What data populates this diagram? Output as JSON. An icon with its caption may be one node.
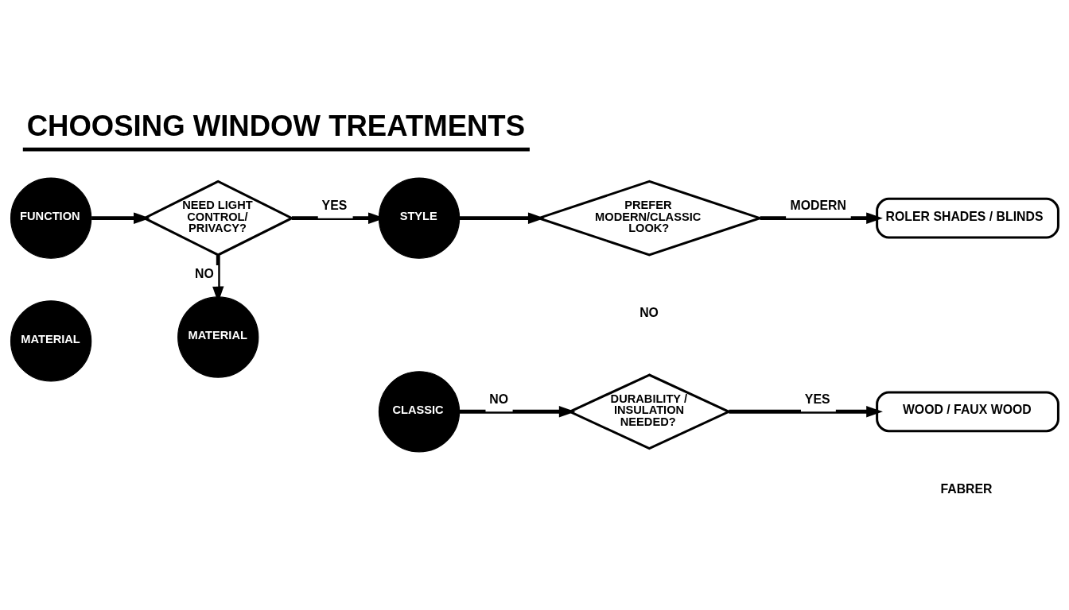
{
  "diagram": {
    "title": "CHOOSING WINDOW TREATMENTS",
    "nodes": [
      {
        "text": [
          "FUNCTION"
        ]
      },
      {
        "text": [
          "NEED LIGHT CONTROL/ PRIVACY?"
        ]
      },
      {
        "text": [
          "STYLE"
        ]
      },
      {
        "text": [
          "PREFER MODERN/CLASSIC LOOK?"
        ]
      },
      {
        "text": [
          "ROLER SHADES / BLINDS"
        ]
      },
      {
        "text": [
          "MATERIAL"
        ]
      },
      {
        "text": [
          "MATERIAL"
        ]
      },
      {
        "text": [
          "CLASSIC"
        ]
      },
      {
        "text": [
          "DURABILITY / INSULATION NEEDED?"
        ]
      },
      {
        "text": [
          "WOOD / FAUX WOOD"
        ]
      }
    ],
    "edges": [
      {
        "from": 0,
        "to": 1,
        "arrow": "to"
      },
      {
        "from": 1,
        "to": 2,
        "arrow": "to",
        "label": "YES"
      },
      {
        "from": 2,
        "to": 3,
        "arrow": "to"
      },
      {
        "from": 3,
        "to": 4,
        "arrow": "to",
        "label": "MODERN"
      },
      {
        "from": 1,
        "to": 6,
        "arrow": "to",
        "label": "NO"
      },
      {
        "from": 7,
        "to": 8,
        "arrow": "to",
        "label": "NO"
      },
      {
        "from": 8,
        "to": 9,
        "arrow": "to",
        "label": "YES"
      }
    ],
    "labels": [
      "NO",
      "FABRER"
    ]
  }
}
